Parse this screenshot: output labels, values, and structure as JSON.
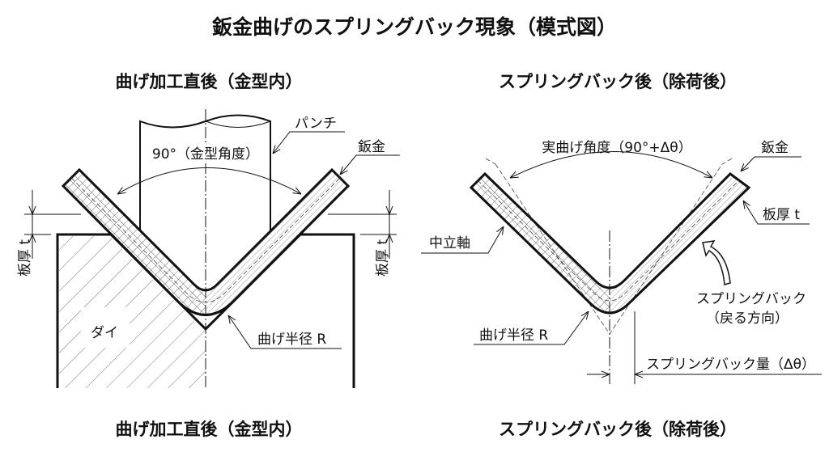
{
  "title": "鈑金曲げのスプリングバック現象（模式図）",
  "left": {
    "heading": "曲げ加工直後（金型内）",
    "caption": "曲げ加工直後（金型内）",
    "labels": {
      "punch": "パンチ",
      "angle": "90°（金型角度）",
      "sheet": "鈑金",
      "thickness_left": "板厚 t",
      "thickness_right": "板厚 t",
      "radius": "曲げ半径 R",
      "die": "ダイ"
    }
  },
  "right": {
    "heading": "スプリングバック後（除荷後）",
    "caption": "スプリングバック後（除荷後）",
    "labels": {
      "actual_angle": "実曲げ角度（90°+Δθ）",
      "sheet": "鈑金",
      "thickness": "板厚 t",
      "neutral_axis": "中立軸",
      "springback_1": "スプリングバック",
      "springback_2": "（戻る方向）",
      "radius": "曲げ半径 R",
      "springback_amount": "スプリングバック量（Δθ）"
    }
  }
}
